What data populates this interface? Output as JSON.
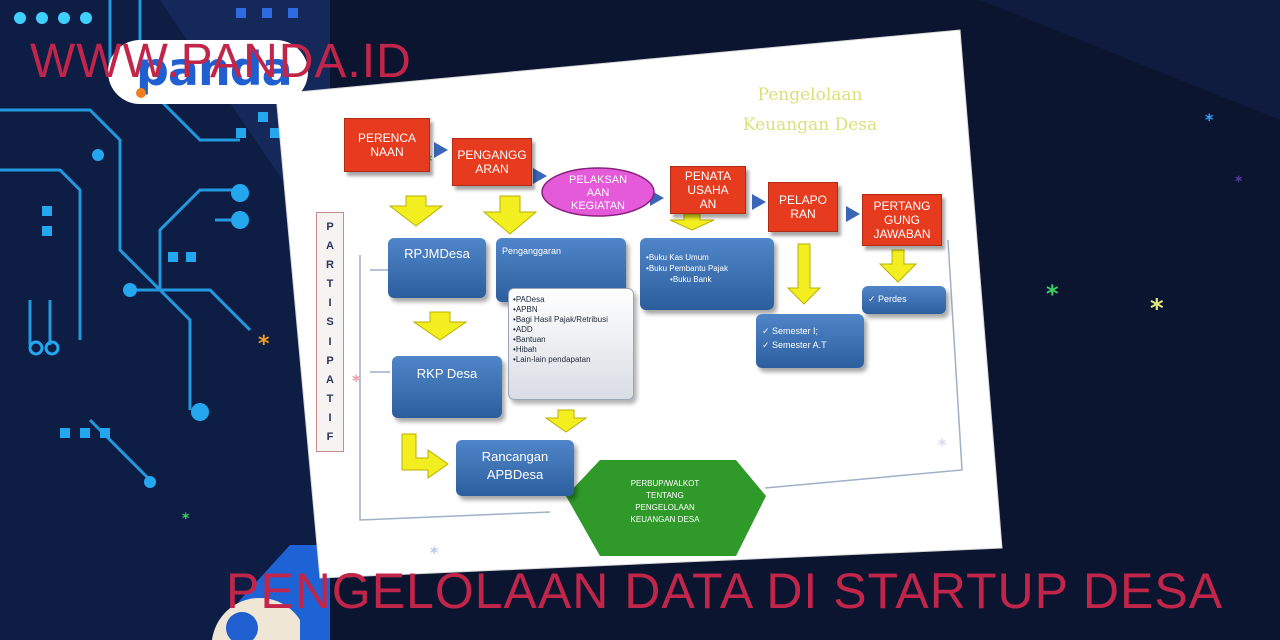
{
  "brand": {
    "logo_text": "panda",
    "site_url": "WWW.PANDA.ID"
  },
  "headline": "PENGELOLAAN DATA DI STARTUP DESA",
  "diagram": {
    "title_line1": "Pengelolaan",
    "title_line2": "Keuangan Desa",
    "vertical_label": [
      "P",
      "A",
      "R",
      "T",
      "I",
      "S",
      "I",
      "P",
      "A",
      "T",
      "I",
      "F"
    ],
    "stages": {
      "perencanaan": "PERENCA\nNAAN",
      "penganggaran": "PENGANGG\nARAN",
      "pelaksanaan": "PELAKSAN\nAAN\nKEGIATAN",
      "penatausahaan": "PENATA\nUSAHA\nAN",
      "pelaporan": "PELAPO\nRAN",
      "pertanggungjawaban": "PERTANG\nGUNG\nJAWABAN"
    },
    "boxes": {
      "rpjmdesa": "RPJMDesa",
      "rkpdesa": "RKP Desa",
      "rancangan_line1": "Rancangan",
      "rancangan_line2": "APBDesa",
      "penganggaran_header": "Penganggaran",
      "anggaran_items": [
        "PADesa",
        "APBN",
        "Bagi Hasil Pajak/Retribusi",
        "ADD",
        "Bantuan",
        "Hibah",
        "Lain-lain pendapatan"
      ],
      "penatausahaan_items": [
        "Buku Kas Umum",
        "Buku Pembantu Pajak",
        "Buku Bank"
      ],
      "semester_items": [
        "Semester I;",
        "Semester A.T"
      ],
      "perdes_item": "Perdes",
      "perbup_lines": [
        "PERBUP/WALKOT",
        "TENTANG",
        "PENGELOLAAN",
        "KEUANGAN DESA"
      ]
    }
  },
  "colors": {
    "background": "#0b1530",
    "accent_red": "#c2254a",
    "logo_blue": "#1f5fd0",
    "stage_red": "#e63b1e",
    "box_blue": "#2c5e9e",
    "arrow_yellow": "#f2ee20",
    "hexagon_green": "#2f9a2a",
    "oval_magenta": "#e45ad9"
  }
}
